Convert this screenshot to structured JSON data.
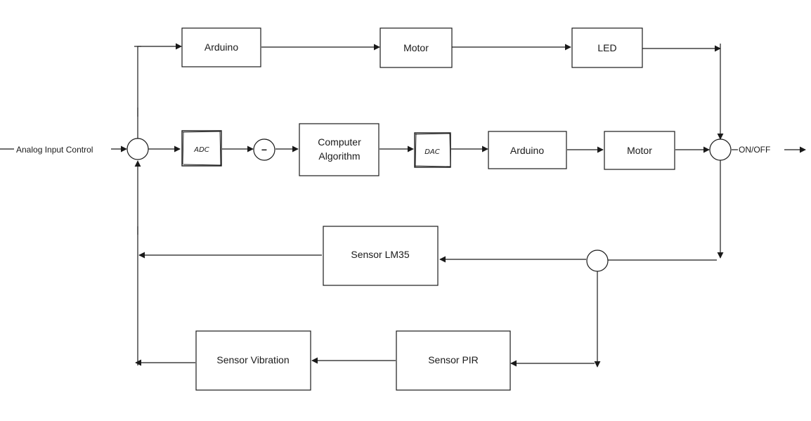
{
  "diagram": {
    "blocks": {
      "top_arduino": "Arduino",
      "top_motor": "Motor",
      "top_led": "LED",
      "adc": "ADC",
      "minus_symbol": "−",
      "algo_line1": "Computer",
      "algo_line2": "Algorithm",
      "dac": "DAC",
      "mid_arduino": "Arduino",
      "mid_motor": "Motor",
      "sensor_lm35": "Sensor LM35",
      "sensor_vibration": "Sensor Vibration",
      "sensor_pir": "Sensor PIR"
    },
    "io": {
      "input_label": "Analog Input Control",
      "output_label": "ON/OFF"
    },
    "colors": {
      "stroke": "#1a1a1a",
      "background": "#ffffff"
    }
  }
}
